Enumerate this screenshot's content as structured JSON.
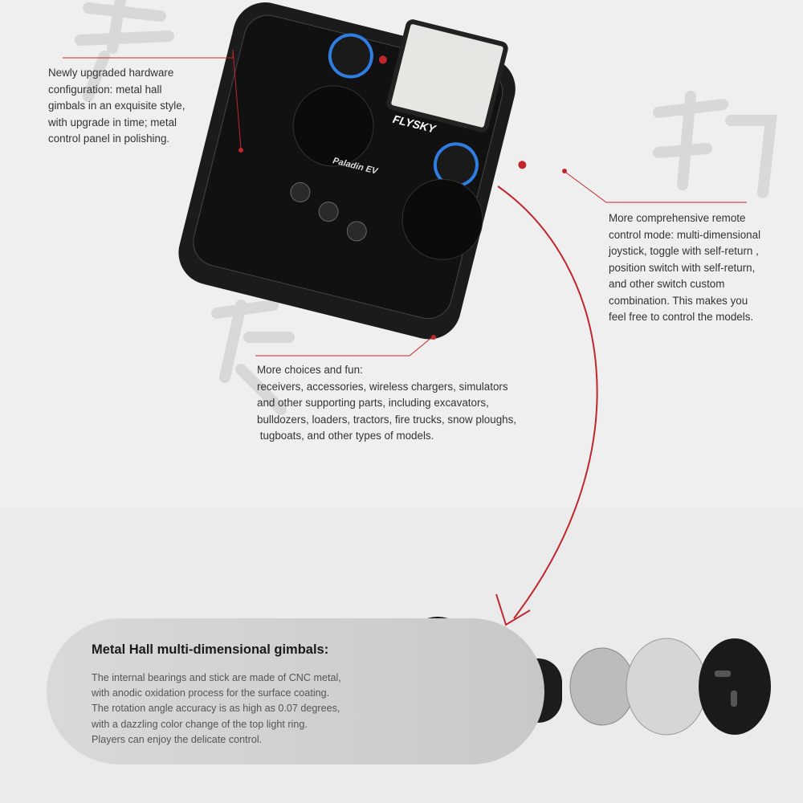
{
  "annotations": {
    "hardware": "Newly upgraded hardware\nconfiguration: metal hall\ngimbals in an exquisite style,\nwith upgrade in time; metal\ncontrol panel in polishing.",
    "control_mode": "More comprehensive remote\ncontrol mode: multi-dimensional\njoystick, toggle with self-return ,\nposition switch with self-return,\nand other switch custom\ncombination. This makes you\nfeel free to control the models.",
    "choices": "More choices and fun:\nreceivers, accessories, wireless chargers, simulators\nand other supporting parts, including excavators,\nbulldozers, loaders, tractors, fire trucks, snow ploughs,\n tugboats, and other types of models."
  },
  "product": {
    "brand": "FLYSKY",
    "model": "Paladin EV"
  },
  "gimbal": {
    "title": "Metal Hall multi-dimensional gimbals:",
    "body": "The internal bearings and stick are made of CNC metal,\nwith anodic oxidation process for the surface coating.\nThe rotation angle accuracy is as high as 0.07 degrees,\nwith a dazzling color change of the top light ring.\nPlayers can enjoy the delicate control."
  },
  "colors": {
    "accent": "#c0272d",
    "light_ring": "#2f7de1"
  }
}
